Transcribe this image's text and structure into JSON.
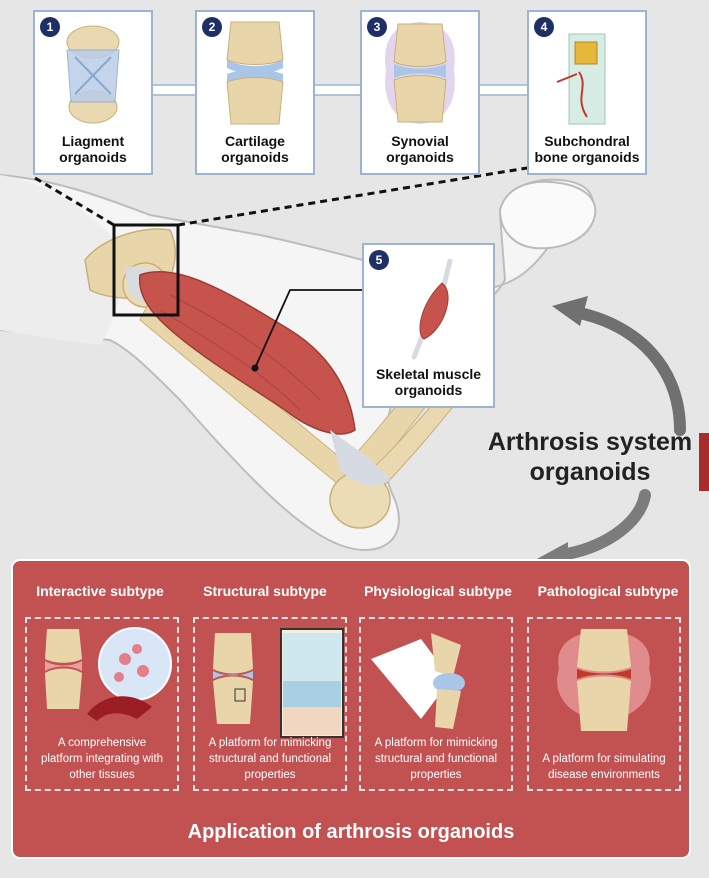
{
  "top_boxes": [
    {
      "number": "1",
      "label": "Liagment\norganoids"
    },
    {
      "number": "2",
      "label": "Cartilage\norganoids"
    },
    {
      "number": "3",
      "label": "Synovial\norganoids"
    },
    {
      "number": "4",
      "label": "Subchondral\nbone organoids"
    }
  ],
  "muscle_box": {
    "number": "5",
    "label": "Skeletal muscle\norganoids"
  },
  "headline": "Arthrosis system\norganoids",
  "applications": {
    "subtypes": [
      {
        "title": "Interactive subtype",
        "text": "A comprehensive\nplatform integrating with\nother tissues"
      },
      {
        "title": "Structural subtype",
        "text": "A platform for mimicking\nstructural and functional\nproperties"
      },
      {
        "title": "Physiological subtype",
        "text": "A platform for mimicking\nstructural and functional\nproperties"
      },
      {
        "title": "Pathological subtype",
        "text": "A platform for simulating\ndisease environments"
      }
    ],
    "footer": "Application of arthrosis organoids"
  },
  "colors": {
    "background": "#e6e6e6",
    "box_border": "#9cb3d3",
    "number_badge": "#1e2f66",
    "panel": "#c25152",
    "muscle": "#c7534d",
    "bone": "#e8d6aa",
    "accent_tab": "#a92c2c"
  }
}
